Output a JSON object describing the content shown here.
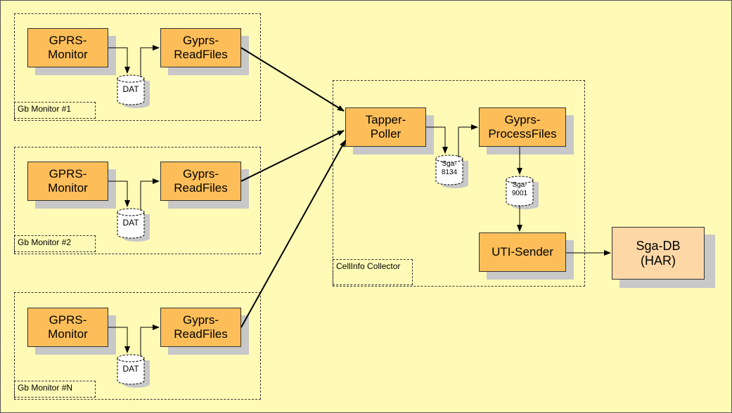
{
  "groups": {
    "monitor1_label": "Gb Monitor #1",
    "monitor2_label": "Gb Monitor #2",
    "monitorN_label": "Gb Monitor #N",
    "collector_label": "CellInfo\nCollector"
  },
  "nodes": {
    "gprs_monitor": "GPRS-\nMonitor",
    "gyprs_readfiles": "Gyprs-\nReadFiles",
    "dat": "DAT",
    "tapper_poller": "Tapper-\nPoller",
    "gyprs_processfiles": "Gyprs-\nProcessFiles",
    "sga_8134": "Sga-\n8134",
    "sga_9001": "Sga-\n9001",
    "uti_sender": "UTI-Sender",
    "sga_db": "Sga-DB\n(HAR)"
  },
  "colors": {
    "background": "#FFFBB7",
    "process_box": "#FDBE59",
    "database_box": "#FDD8A6",
    "shadow": "#C8C8C8"
  }
}
